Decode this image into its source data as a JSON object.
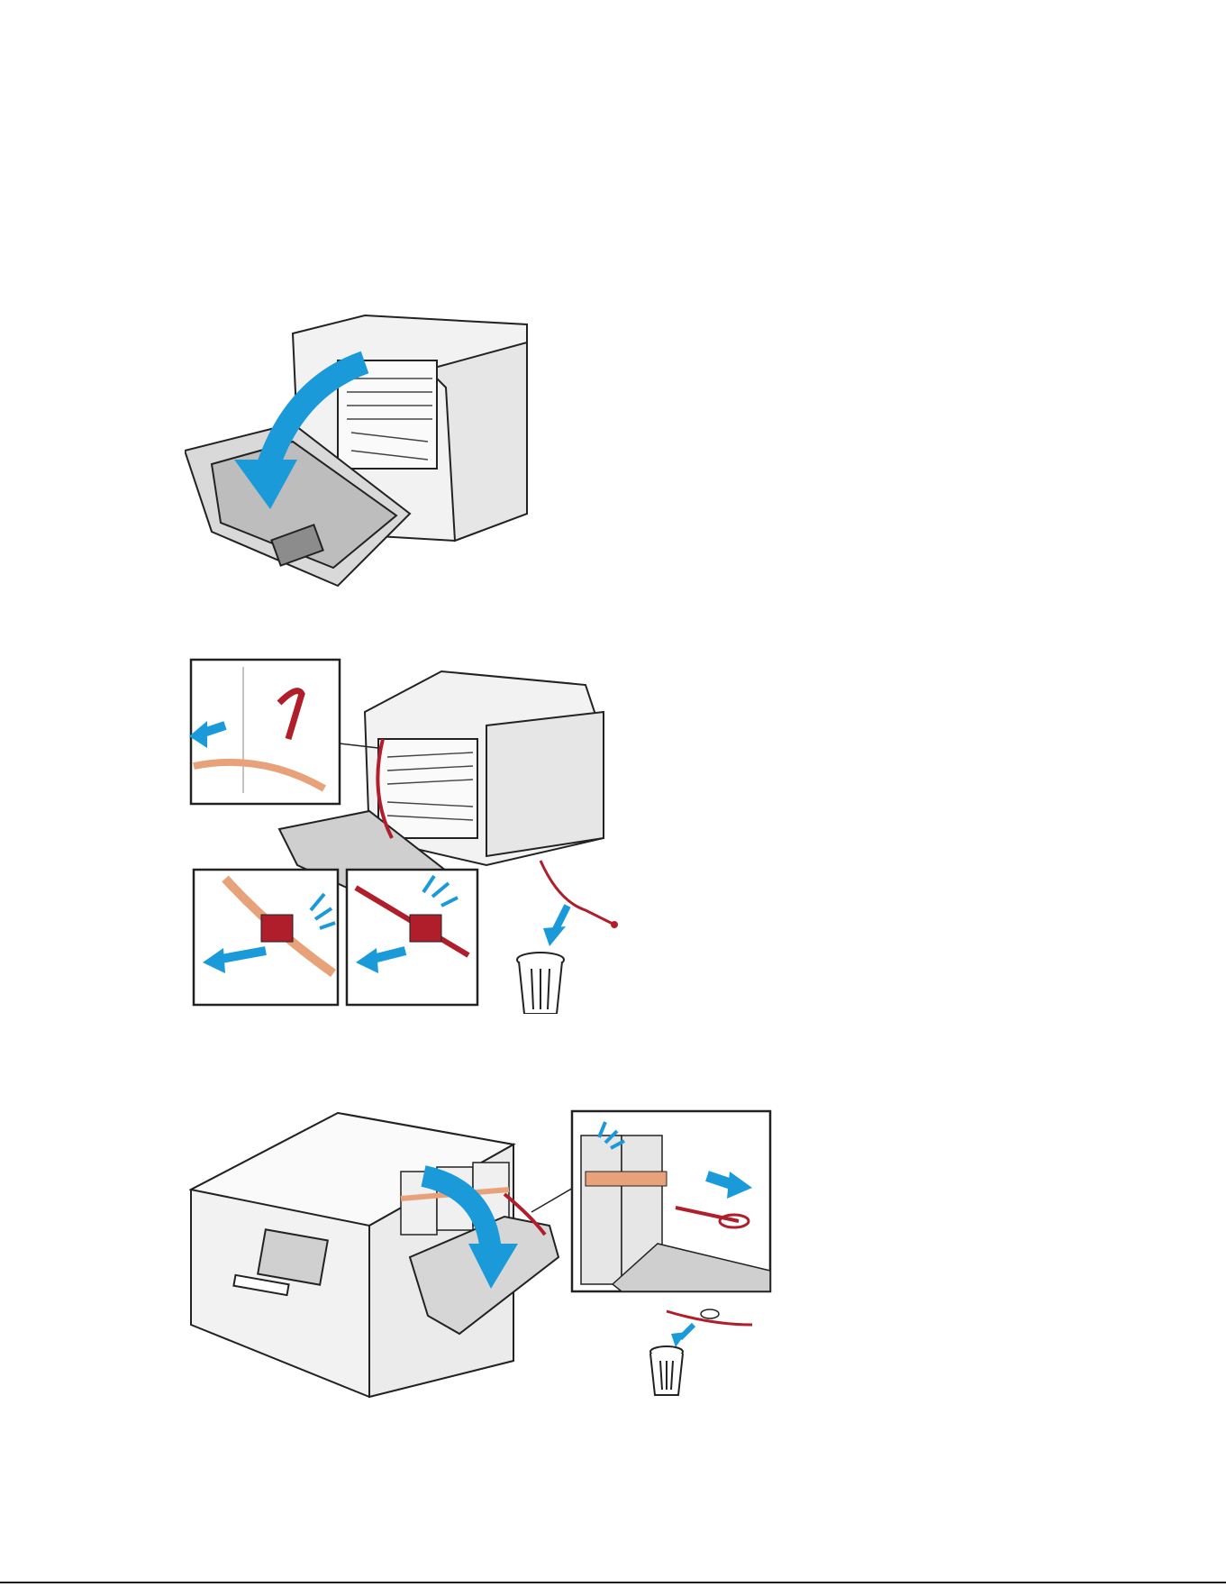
{
  "page": {
    "background": "#ffffff",
    "accent_arrow": "#1a9ad9",
    "highlight_red": "#b11e2b",
    "highlight_orange": "#e8a27a"
  },
  "figures": [
    {
      "name": "step-open-right-door",
      "icons": [
        "printer-icon",
        "curved-arrow-icon"
      ]
    },
    {
      "name": "step-remove-red-packing",
      "icons": [
        "printer-icon",
        "detail-inset-icon",
        "trash-can-icon"
      ]
    },
    {
      "name": "step-remove-toner-packing",
      "icons": [
        "printer-icon",
        "detail-inset-icon",
        "trash-can-icon"
      ]
    }
  ]
}
